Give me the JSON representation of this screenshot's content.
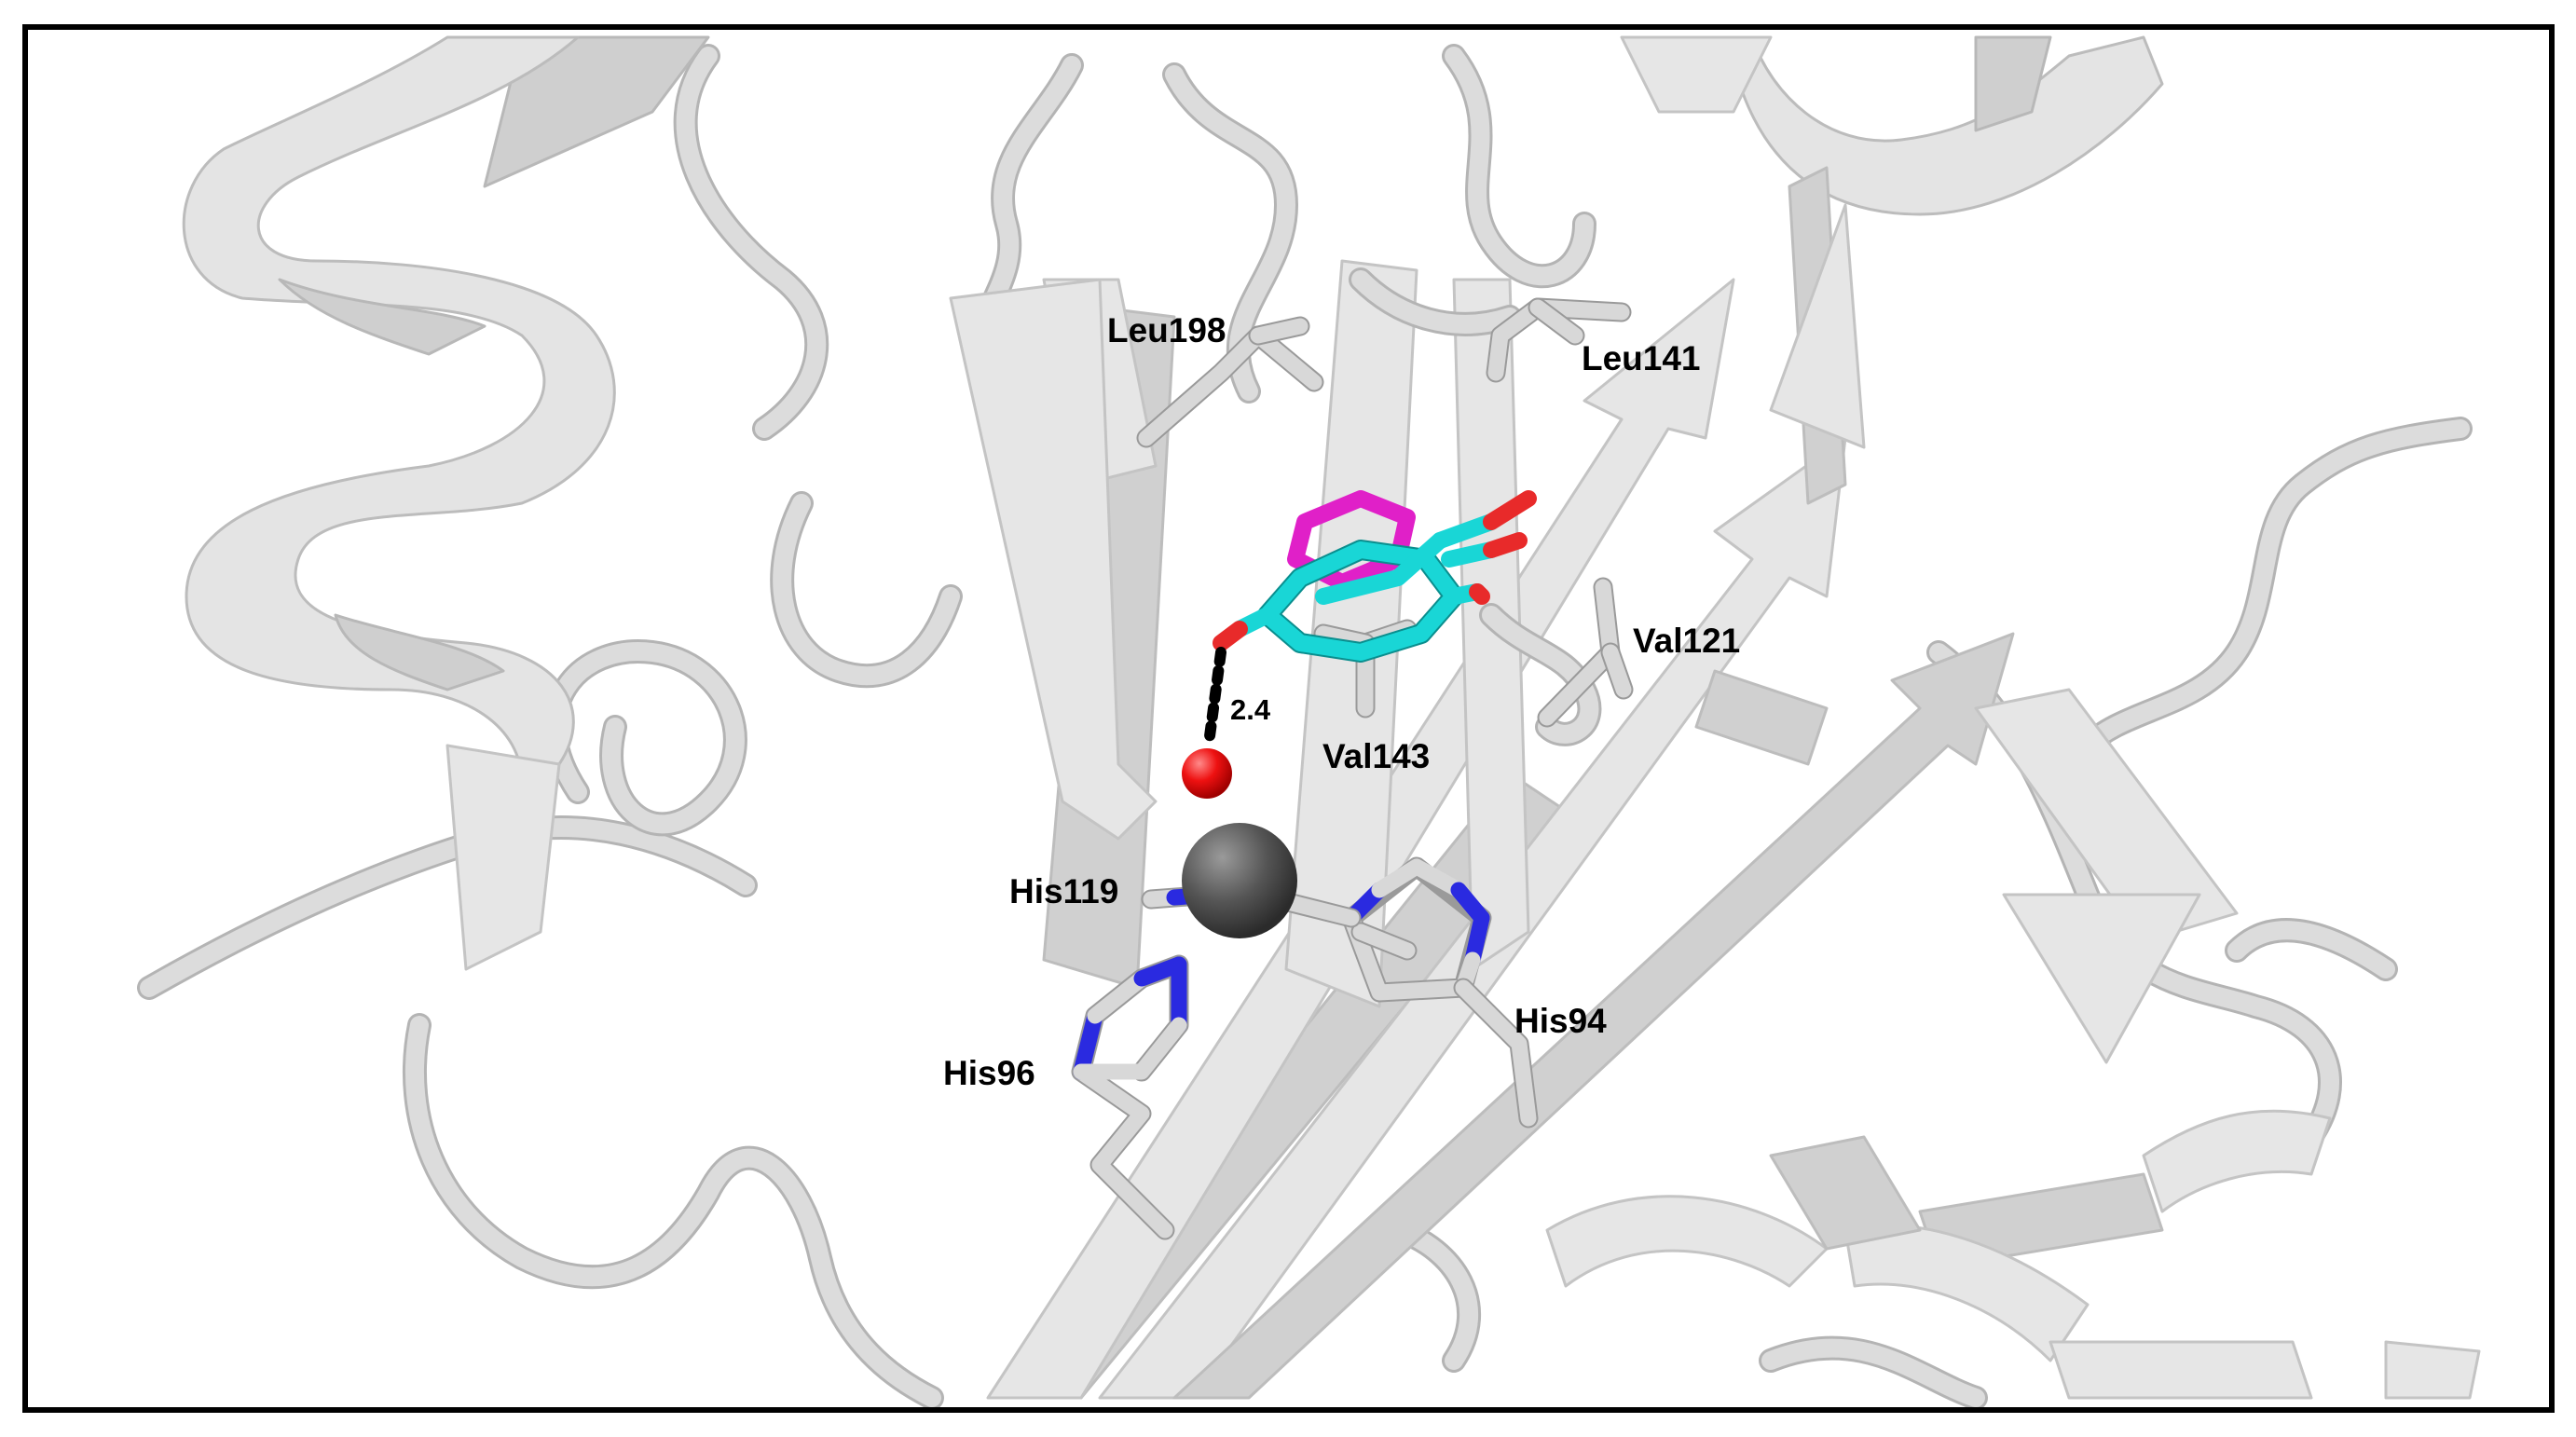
{
  "figure": {
    "residue_labels": {
      "leu198": "Leu198",
      "leu141": "Leu141",
      "val121": "Val121",
      "val143": "Val143",
      "his119": "His119",
      "his96": "His96",
      "his94": "His94"
    },
    "hbond_distance": "2.4"
  },
  "colors": {
    "protein_cartoon": "#e4e4e4",
    "carbon_ligand_a": "#19d6d6",
    "carbon_ligand_b": "#e020c8",
    "nitrogen": "#2a2ae0",
    "oxygen": "#e02020",
    "zinc_ion": "#555555",
    "water_oxygen": "#ee1111",
    "hbond": "#000000"
  },
  "icons": {
    "zinc_ion": "dark-grey-sphere",
    "water": "red-sphere"
  }
}
